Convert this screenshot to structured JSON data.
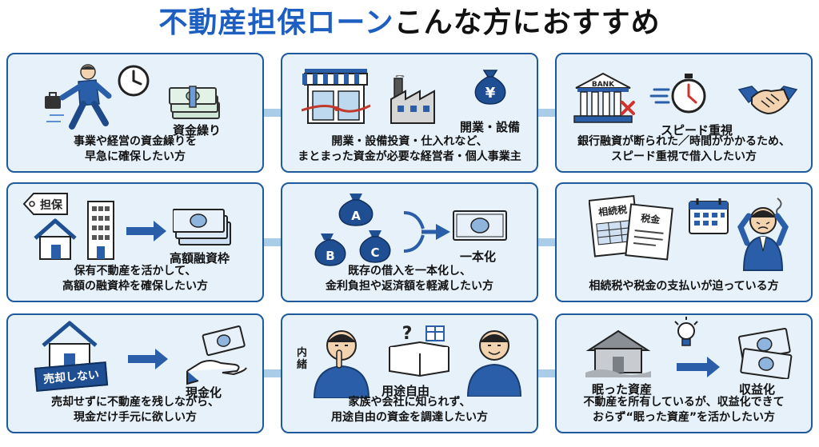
{
  "title": {
    "highlight": "不動産担保ローン",
    "rest": "こんな方におすすめ"
  },
  "cards": [
    {
      "label": "資金繰り",
      "desc": "事業や経営の資金繰りを\n早急に確保したい方"
    },
    {
      "label": "開業・設備",
      "desc": "開業・設備投資・仕入れなど、\nまとまった資金が必要な経営者・個人事業主"
    },
    {
      "label": "スピード重視",
      "desc": "銀行融資が断られた／時間がかかるため、\nスピード重視で借入したい方"
    },
    {
      "label": "高額融資枠",
      "desc": "保有不動産を活かして、\n高額の融資枠を確保したい方"
    },
    {
      "label": "一本化",
      "desc": "既存の借入を一本化し、\n金利負担や返済額を軽減したい方"
    },
    {
      "label": "",
      "desc": "相続税や税金の支払いが迫っている方"
    },
    {
      "label": "現金化",
      "desc": "売却せずに不動産を残しながら、\n現金だけ手元に欲しい方"
    },
    {
      "label": "用途自由",
      "desc": "家族や会社に知られず、\n用途自由の資金を調達したい方"
    },
    {
      "label": "収益化",
      "desc": "不動産を所有しているが、収益化できて\nおらず“眠った資産”を活かしたい方"
    }
  ],
  "icon_texts": {
    "bank": "BANK",
    "yen": "¥",
    "tag": "担保",
    "bag_a": "A",
    "bag_b": "B",
    "bag_c": "C",
    "doc1": "相続税",
    "doc2": "税金",
    "sell_sign": "売却しない",
    "naisho": "内\n緒",
    "question": "?",
    "sleeping_asset": "眠った資産"
  },
  "colors": {
    "title_blue": "#1d5fc0",
    "card_border": "#1f5a9c",
    "card_bg": "#e6f1fa",
    "connector": "#a9cde8"
  }
}
